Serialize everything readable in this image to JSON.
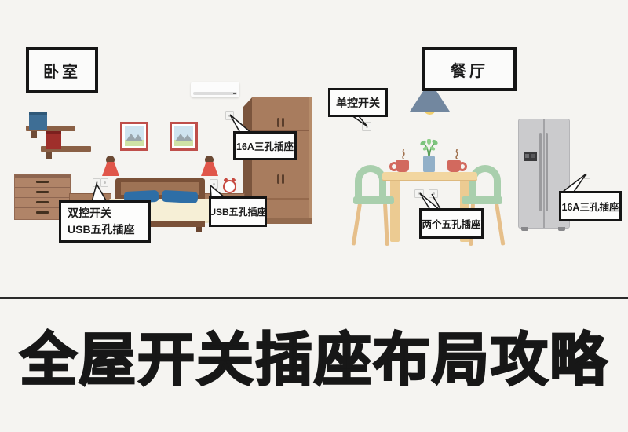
{
  "title": "全屋开关插座布局攻略",
  "rooms": {
    "bedroom": "卧室",
    "dining": "餐厅"
  },
  "callouts": {
    "wardrobe_socket": "16A三孔插座",
    "bed_left": {
      "line1": "双控开关",
      "line2": "USB五孔插座"
    },
    "bed_right": "USB五孔插座",
    "dining_switch": "单控开关",
    "dining_table": "两个五孔插座",
    "fridge_socket": "16A三孔插座"
  },
  "icons": {
    "bed_left": "wall-switch-socket-icon",
    "bed_right": "wall-socket-icon",
    "wardrobe": "wall-socket-icon",
    "dining_switch": "wall-switch-icon",
    "dining_table": "wall-socket-icon",
    "fridge": "wall-socket-icon"
  },
  "colors": {
    "background": "#f5f4f1",
    "outline_black": "#151515",
    "wood_brown": "#a87c5e",
    "dark_wood": "#7a5138",
    "pillow_blue": "#2e6ea6",
    "blanket_cream": "#f6efd6",
    "lamp_red": "#e0564a",
    "chair_green": "#a9cfad",
    "table_wheat": "#f2d6a0",
    "pendant_blue": "#72879f",
    "fridge_gray": "#cbcbcd",
    "frame_red": "#bf4f4b"
  }
}
